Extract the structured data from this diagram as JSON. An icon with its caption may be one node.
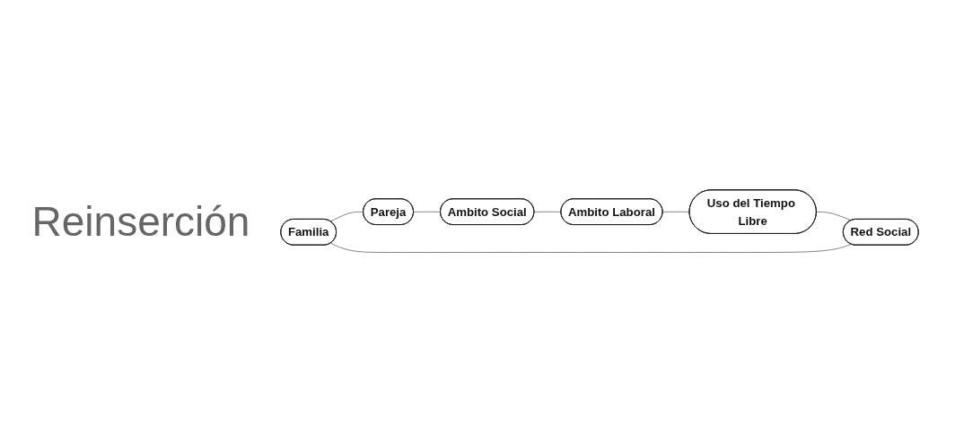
{
  "diagram": {
    "nodes": [
      {
        "text": [
          "Familia"
        ]
      },
      {
        "text": [
          "Pareja"
        ]
      },
      {
        "text": [
          "Ambito Social"
        ]
      },
      {
        "text": [
          "Ambito Laboral"
        ]
      },
      {
        "text": [
          "Uso del Tiempo Libre"
        ]
      },
      {
        "text": [
          "Red Social"
        ]
      }
    ],
    "edges": [
      {
        "from": 0,
        "to": 1,
        "arrow": "none"
      },
      {
        "from": 1,
        "to": 2,
        "arrow": "none"
      },
      {
        "from": 2,
        "to": 3,
        "arrow": "none"
      },
      {
        "from": 3,
        "to": 4,
        "arrow": "none"
      },
      {
        "from": 4,
        "to": 5,
        "arrow": "none"
      },
      {
        "from": 5,
        "to": 0,
        "arrow": "none"
      }
    ],
    "labels": [
      "Reinserción"
    ]
  }
}
